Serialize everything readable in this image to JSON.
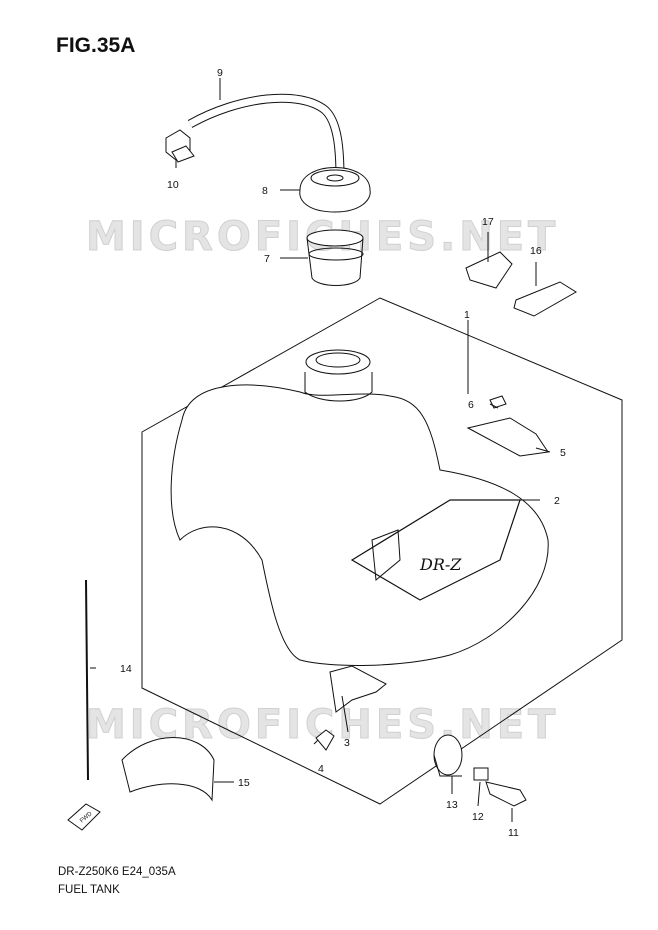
{
  "figure": {
    "title": "FIG.35A",
    "model_code": "DR-Z250K6 E24_035A",
    "name": "FUEL TANK"
  },
  "watermark": "MICROFICHES.NET",
  "callouts": [
    "1",
    "2",
    "3",
    "4",
    "5",
    "6",
    "7",
    "8",
    "9",
    "10",
    "11",
    "12",
    "13",
    "14",
    "15",
    "16",
    "17"
  ],
  "tank_logo": "DR-Z",
  "fwd_arrow_label": "FWD"
}
